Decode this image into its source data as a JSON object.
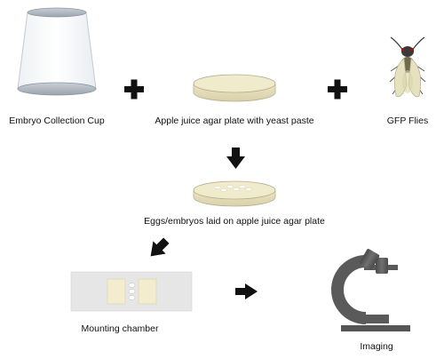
{
  "labels": {
    "cup": "Embryo Collection Cup",
    "plate": "Apple juice agar plate with yeast paste",
    "flies": "GFP Flies",
    "eggs": "Eggs/embryos laid on apple juice agar plate",
    "chamber": "Mounting chamber",
    "imaging": "Imaging"
  },
  "colors": {
    "agar": "#f0ebcd",
    "agar_edge": "#b5ae8e",
    "cup_rim": "#b7bec6",
    "arrow": "#111111",
    "slide": "#e6e6e6",
    "coverslip": "#f3eccf",
    "microscope": "#5a5a5a"
  },
  "icons": [
    "collection-cup-icon",
    "agar-plate-icon",
    "fly-icon",
    "plus-icon",
    "arrow-down-icon",
    "arrow-down-left-icon",
    "arrow-right-icon",
    "egg-plate-icon",
    "mounting-slide-icon",
    "microscope-icon"
  ]
}
